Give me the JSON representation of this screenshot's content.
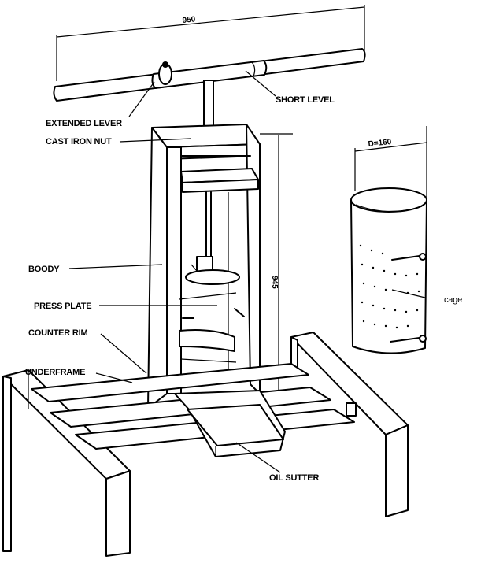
{
  "dimensions": {
    "lever_length": "950",
    "body_height": "945",
    "cage_diameter": "D=160"
  },
  "labels": {
    "short_lever": "SHORT LEVEL",
    "extended_lever": "EXTENDED LEVER",
    "cast_iron_nut": "CAST IRON NUT",
    "body": "BOODY",
    "press_plate": "PRESS PLATE",
    "counter_rim": "COUNTER RIM",
    "underframe": "UNDERFRAME",
    "oil_gutter": "OIL SUTTER",
    "cage": "cage"
  }
}
